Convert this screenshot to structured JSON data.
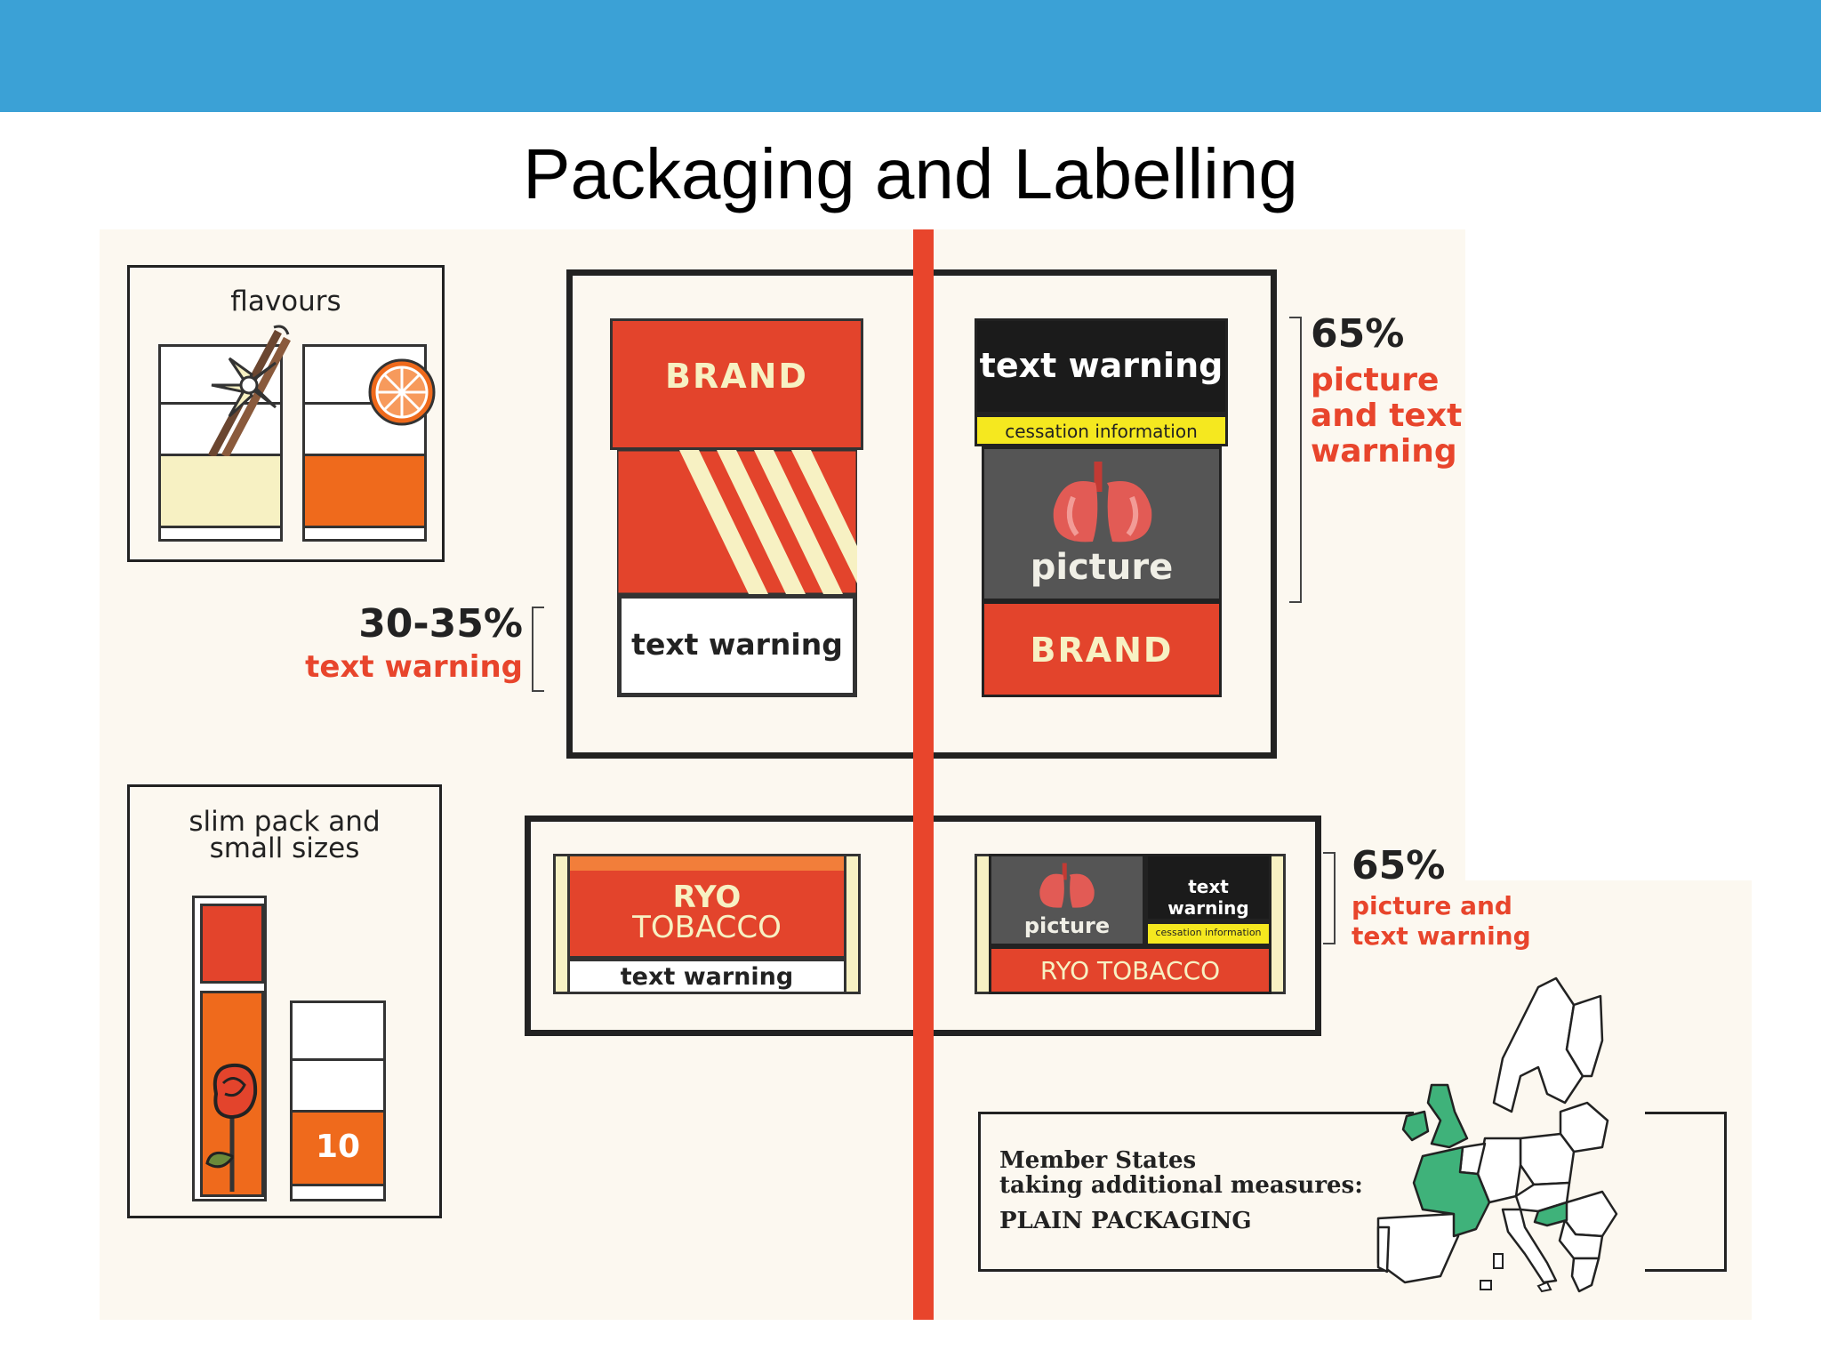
{
  "slide": {
    "title": "Packaging and Labelling",
    "header_color": "#3ba1d6"
  },
  "flavours": {
    "label": "flavours",
    "icons": [
      "vanilla-flower-icon",
      "orange-slice-icon"
    ]
  },
  "slim": {
    "label_line1": "slim pack and",
    "label_line2": "small sizes",
    "count": "10",
    "icons": [
      "rose-icon"
    ]
  },
  "old_pack": {
    "brand": "BRAND",
    "text_warning": "text warning",
    "percent": "30-35%",
    "percent_label": "text warning"
  },
  "new_pack": {
    "text_warning": "text warning",
    "cessation": "cessation information",
    "picture": "picture",
    "brand": "BRAND",
    "percent": "65%",
    "percent_label_line1": "picture",
    "percent_label_line2": "and text",
    "percent_label_line3": "warning"
  },
  "ryo_old": {
    "line1": "RYO",
    "line2": "TOBACCO",
    "text_warning": "text warning"
  },
  "ryo_new": {
    "picture": "picture",
    "text_warning": "text warning",
    "cessation": "cessation information",
    "brand": "RYO TOBACCO",
    "percent": "65%",
    "percent_label_line1": "picture and",
    "percent_label_line2": "text warning"
  },
  "member_states": {
    "line1": "Member States",
    "line2": "taking additional measures:",
    "line3": "PLAIN PACKAGING",
    "highlight_color": "#3fb27a",
    "icons": [
      "europe-map-icon"
    ]
  },
  "colors": {
    "accent_red": "#e8452c",
    "panel_bg": "#fcf8f0"
  }
}
